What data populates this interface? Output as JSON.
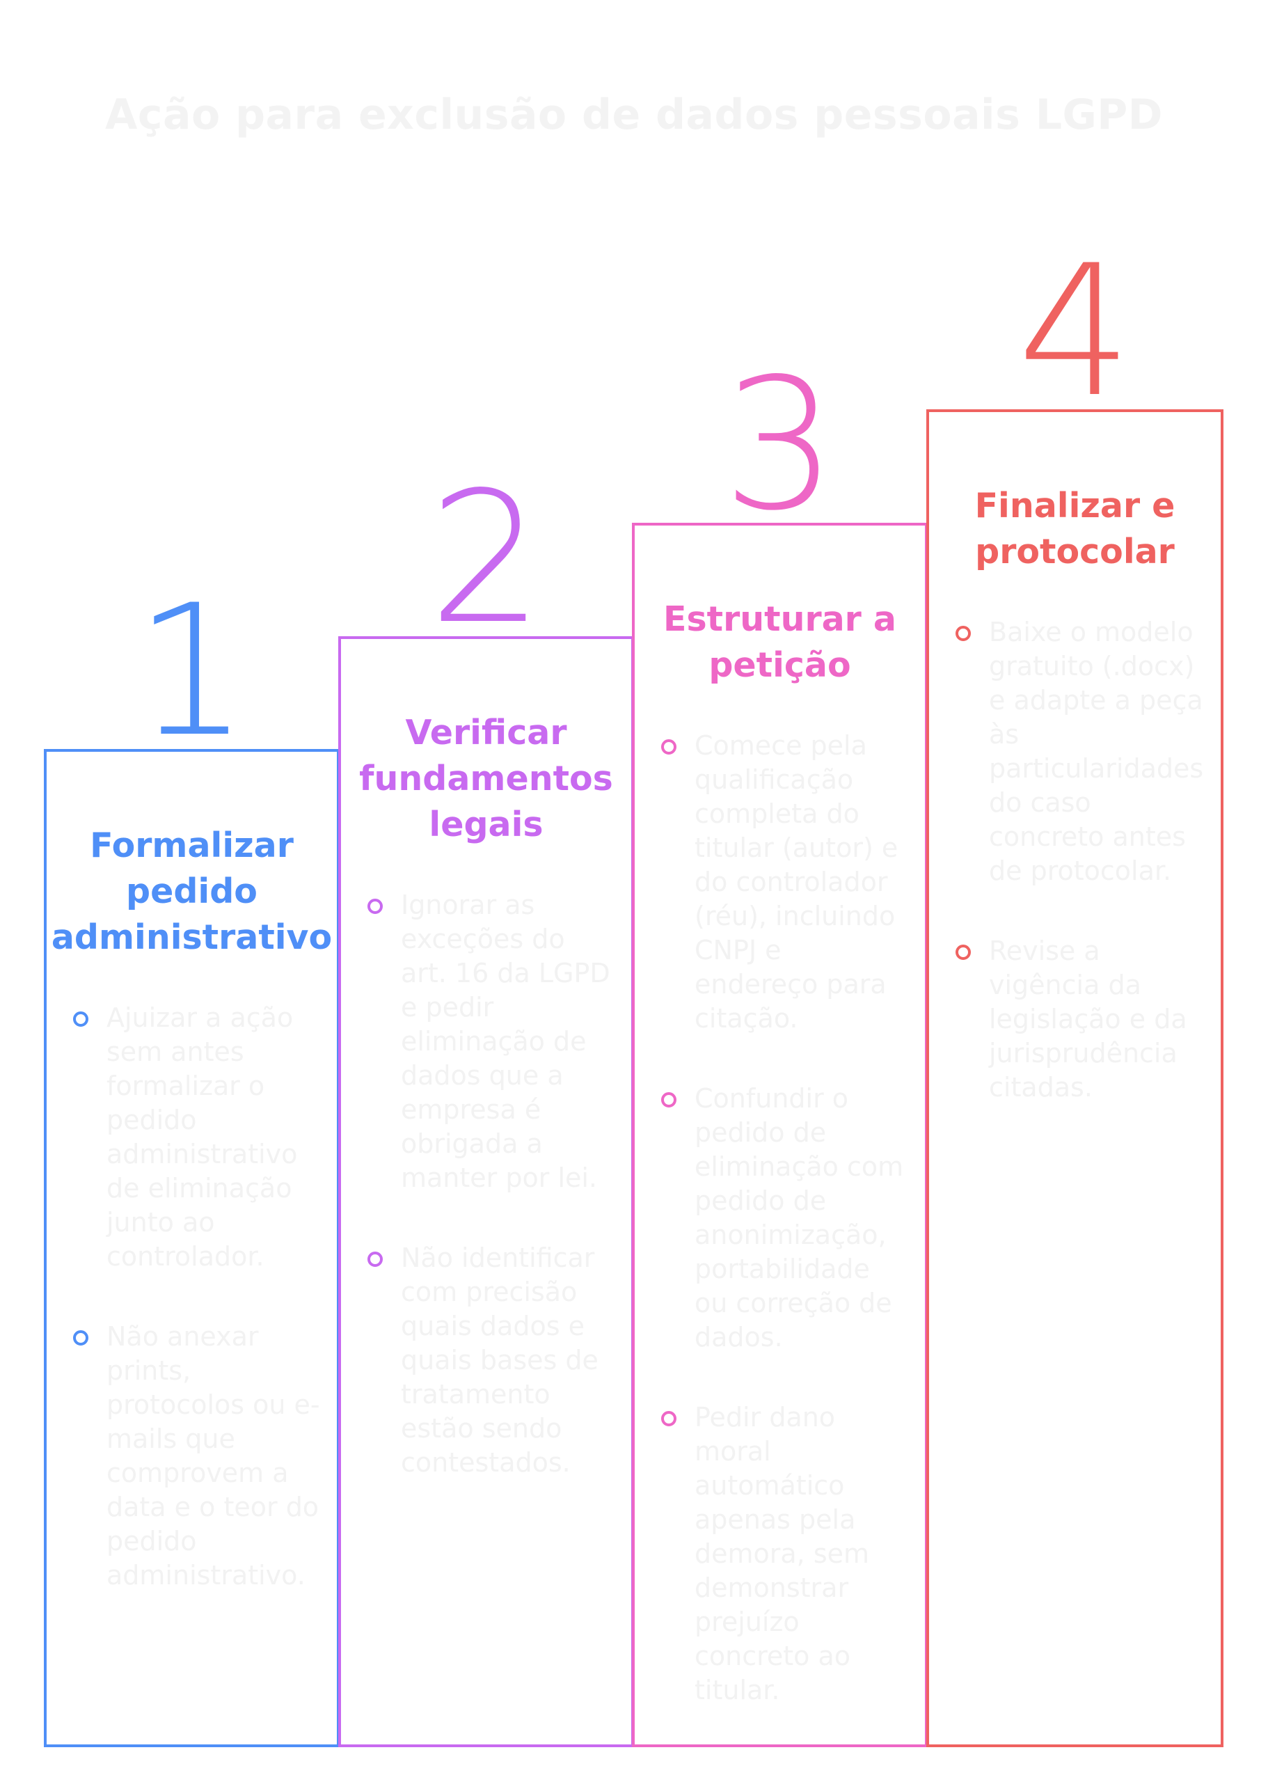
{
  "title": "Ação para exclusão de dados pessoais LGPD",
  "colors": {
    "step1": "#4f8ff7",
    "step2": "#c86af0",
    "step3": "#ee67c6",
    "step4": "#ef6260",
    "muted_text": "#f2f2f2"
  },
  "steps": [
    {
      "number": "1",
      "heading": "Formalizar\npedido\nadministrativo",
      "items": [
        "Ajuizar a ação sem antes formalizar o pedido administrativo de eliminação junto ao controlador.",
        "Não anexar prints, protocolos ou e-mails que comprovem a data e o teor do pedido administrativo."
      ]
    },
    {
      "number": "2",
      "heading": "Verificar\nfundamentos\nlegais",
      "items": [
        "Ignorar as exceções do art. 16 da LGPD e pedir eliminação de dados que a empresa é obrigada a manter por lei.",
        "Não identificar com precisão quais dados e quais bases de tratamento estão sendo contestados."
      ]
    },
    {
      "number": "3",
      "heading": "Estruturar a\npetição",
      "items": [
        "Comece pela qualificação completa do titular (autor) e do controlador (réu), incluindo CNPJ e endereço para citação.",
        "Confundir o pedido de eliminação com pedido de anonimização, portabilidade ou correção de dados.",
        "Pedir dano moral automático apenas pela demora, sem demonstrar prejuízo concreto ao titular."
      ]
    },
    {
      "number": "4",
      "heading": "Finalizar e\nprotocolar",
      "items": [
        "Baixe o modelo gratuito (.docx) e adapte a peça às particularidades do caso concreto antes de protocolar.",
        "Revise a vigência da legislação e da jurisprudência citadas."
      ]
    }
  ]
}
